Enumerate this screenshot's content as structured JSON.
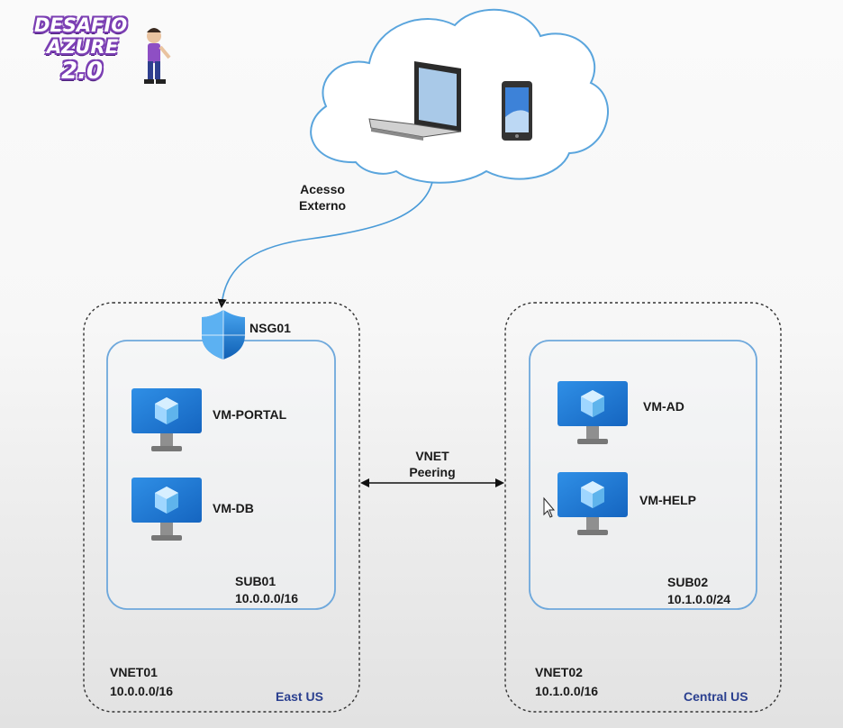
{
  "logo": {
    "line1": "DESAFIO",
    "line2": "AZURE",
    "line3": "2.0"
  },
  "cloud": {
    "devices": [
      "laptop-icon",
      "smartphone-icon"
    ]
  },
  "external_access": {
    "line1": "Acesso",
    "line2": "Externo"
  },
  "nsg": {
    "label": "NSG01"
  },
  "vnet01": {
    "name": "VNET01",
    "cidr": "10.0.0.0/16",
    "region": "East US",
    "subnet": {
      "name": "SUB01",
      "cidr": "10.0.0.0/16",
      "vms": [
        "VM-PORTAL",
        "VM-DB"
      ]
    }
  },
  "vnet02": {
    "name": "VNET02",
    "cidr": "10.1.0.0/16",
    "region": "Central US",
    "subnet": {
      "name": "SUB02",
      "cidr": "10.1.0.0/24",
      "vms": [
        "VM-AD",
        "VM-HELP"
      ]
    }
  },
  "peering": {
    "line1": "VNET",
    "line2": "Peering"
  },
  "colors": {
    "subnet_border": "#6ea8dc",
    "vnet_border": "#333333",
    "region_text": "#2a3f8f",
    "vm_monitor": "#1f7ad0",
    "shield": "#1e7fd8"
  }
}
